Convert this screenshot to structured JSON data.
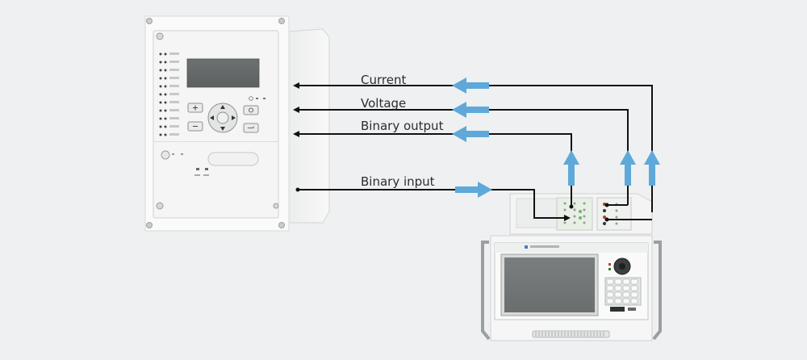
{
  "signals": [
    {
      "label": "Current",
      "direction": "to-relay"
    },
    {
      "label": "Voltage",
      "direction": "to-relay"
    },
    {
      "label": "Binary output",
      "direction": "to-relay"
    },
    {
      "label": "Binary input",
      "direction": "to-tester"
    }
  ],
  "colors": {
    "background": "#eef0f1",
    "arrow_fill": "#5ea9d9",
    "wire": "#111111",
    "device_body": "#f6f7f6"
  },
  "devices": {
    "relay": {
      "name": "protection-relay"
    },
    "tester": {
      "name": "relay-test-set"
    }
  }
}
